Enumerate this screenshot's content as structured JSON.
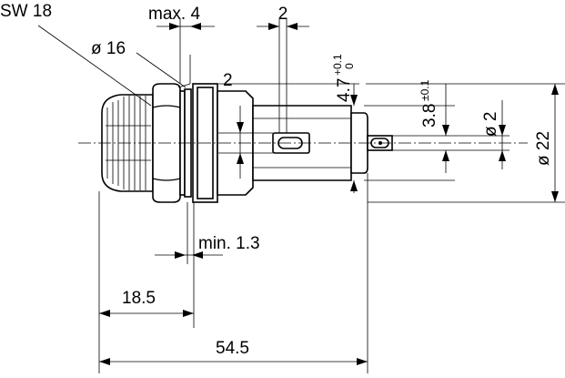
{
  "dimensions": {
    "wrench_size": "SW 18",
    "max_thickness": "max. 4",
    "tab_width": "2",
    "collar_diameter": "ø 16",
    "slot_width": "2",
    "dim_a_value": "4.7",
    "dim_a_tol_upper": "+0.1",
    "dim_a_tol_lower": "0",
    "dim_b_value": "3.8",
    "dim_b_tol": "±0.1",
    "pin_diameter": "ø 2",
    "body_diameter": "ø 22",
    "min_panel": "min. 1.3",
    "front_length": "18.5",
    "total_length": "54.5"
  }
}
